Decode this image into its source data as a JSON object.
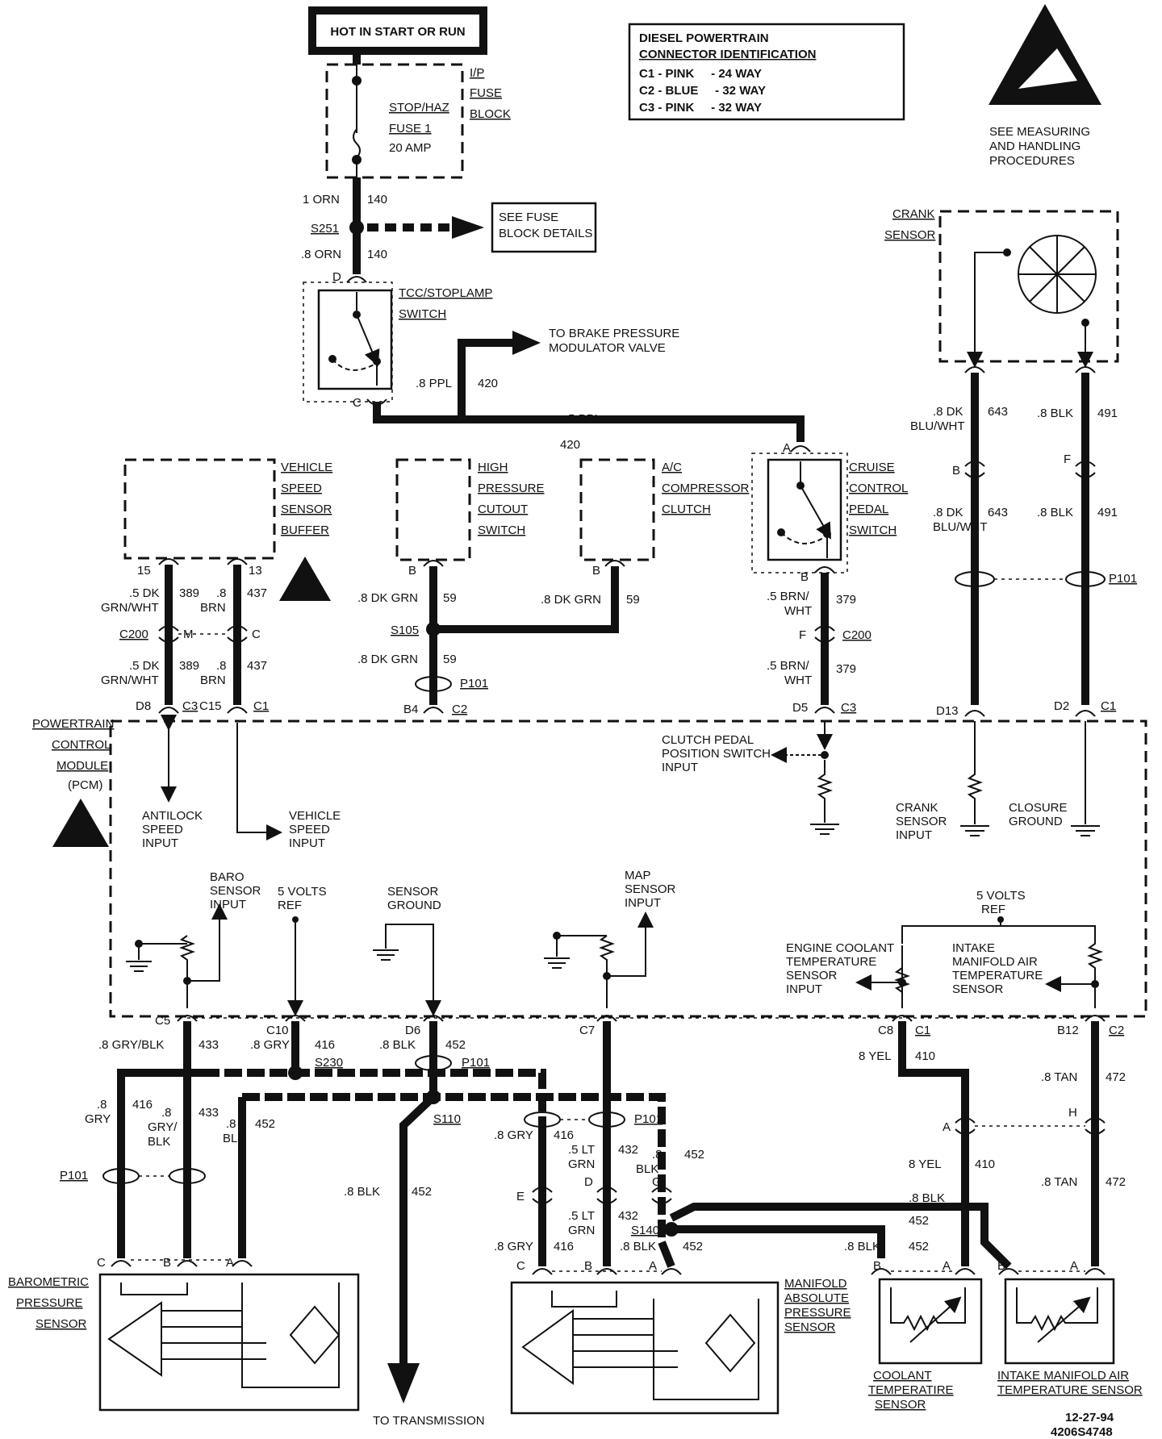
{
  "header": {
    "power_label": "HOT IN START OR RUN",
    "id_box": {
      "title1": "DIESEL POWERTRAIN",
      "title2": "CONNECTOR IDENTIFICATION",
      "rows": [
        "C1 - PINK     - 24 WAY",
        "C2 - BLUE     - 32 WAY",
        "C3 - PINK     - 32 WAY"
      ]
    },
    "esd_note": [
      "SEE MEASURING",
      "AND HANDLING",
      "PROCEDURES"
    ]
  },
  "fuse": {
    "block_label": [
      "I/P",
      "FUSE",
      "BLOCK"
    ],
    "fuse_label": [
      "STOP/HAZ",
      "FUSE 1",
      "20 AMP"
    ],
    "wire_top": [
      "1 ORN",
      "140"
    ],
    "splice": "S251",
    "see_fuse": [
      "SEE FUSE",
      "BLOCK DETAILS"
    ],
    "wire_bottom": [
      ".8 ORN",
      "140"
    ]
  },
  "tcc_switch": {
    "label": [
      "TCC/STOPLAMP",
      "SWITCH"
    ],
    "pin_top": "D",
    "pin_bottom": "C",
    "to_brake": [
      "TO BRAKE PRESSURE",
      "MODULATOR VALVE"
    ],
    "wire_ppl": [
      ".8 PPL",
      "420"
    ],
    "wire_cruise": [
      ".5 PPL",
      "420"
    ]
  },
  "vss_buffer": {
    "label": [
      "VEHICLE",
      "SPEED",
      "SENSOR",
      "BUFFER"
    ],
    "pins": [
      "15",
      "13"
    ],
    "wire_left": [
      ".5 DK",
      "GRN/WHT",
      "389"
    ],
    "wire_right": [
      ".8",
      "BRN",
      "437"
    ],
    "c200": "C200",
    "c200_pins": [
      "M",
      "C"
    ],
    "pcm_pins": [
      "D8",
      "C3",
      "C15",
      "C1"
    ]
  },
  "hp_switch": {
    "label": [
      "HIGH",
      "PRESSURE",
      "CUTOUT",
      "SWITCH"
    ],
    "pin": "B",
    "wire": [
      ".8 DK GRN",
      "59"
    ],
    "splice": "S105",
    "p101": "P101",
    "pcm_pin": [
      "B4",
      "C2"
    ]
  },
  "ac_clutch": {
    "label": [
      "A/C",
      "COMPRESSOR",
      "CLUTCH"
    ],
    "pin": "B",
    "wire": [
      ".8 DK GRN",
      "59"
    ]
  },
  "cruise_switch": {
    "label": [
      "CRUISE",
      "CONTROL",
      "PEDAL",
      "SWITCH"
    ],
    "pin_top": "A",
    "pin_bottom": "B",
    "wire": [
      ".5 BRN/",
      "WHT",
      "379"
    ],
    "c200_pin": "F",
    "c200": "C200",
    "pcm_pin": [
      "D5",
      "C3"
    ]
  },
  "crank_sensor": {
    "label": [
      "CRANK",
      "SENSOR"
    ],
    "wire_left": [
      ".8 DK",
      "BLU/WHT",
      "643"
    ],
    "wire_right": [
      ".8 BLK",
      "491"
    ],
    "pins": [
      "B",
      "F"
    ],
    "p101": "P101",
    "pcm_pins": [
      "D13",
      "D2",
      "C1"
    ]
  },
  "pcm": {
    "label": [
      "POWERTRAIN",
      "CONTROL",
      "MODULE",
      "(PCM)"
    ],
    "clutch_input": [
      "CLUTCH PEDAL",
      "POSITION SWITCH",
      "INPUT"
    ],
    "antilock": [
      "ANTILOCK",
      "SPEED",
      "INPUT"
    ],
    "vss_input": [
      "VEHICLE",
      "SPEED",
      "INPUT"
    ],
    "crank_input": [
      "CRANK",
      "SENSOR",
      "INPUT"
    ],
    "closure_ground": [
      "CLOSURE",
      "GROUND"
    ],
    "baro_input": [
      "BARO",
      "SENSOR",
      "INPUT"
    ],
    "five_v_ref": [
      "5 VOLTS",
      "REF"
    ],
    "sensor_ground": [
      "SENSOR",
      "GROUND"
    ],
    "map_input": [
      "MAP",
      "SENSOR",
      "INPUT"
    ],
    "five_v_ref_right": [
      "5 VOLTS",
      "REF"
    ],
    "ect_input": [
      "ENGINE COOLANT",
      "TEMPERATURE",
      "SENSOR",
      "INPUT"
    ],
    "iat_input": [
      "INTAKE",
      "MANIFOLD AIR",
      "TEMPERATURE",
      "SENSOR"
    ],
    "pins_bottom": [
      "C5",
      "C10",
      "D6",
      "C7",
      "C8",
      "C1",
      "B12",
      "C2"
    ]
  },
  "lower_wiring": {
    "w433": [
      ".8 GRY/BLK",
      "433"
    ],
    "w416": [
      ".8 GRY",
      "416"
    ],
    "w452": [
      ".8 BLK",
      "452"
    ],
    "s230": "S230",
    "p101": "P101",
    "s110": "S110",
    "w410": [
      "8 YEL",
      "410"
    ],
    "w472": [
      ".8 TAN",
      "472"
    ],
    "to_transmission": "TO TRANSMISSION",
    "left_416": [
      ".8",
      "GRY",
      "416"
    ],
    "left_433": [
      ".8",
      "GRY/",
      "BLK",
      "433"
    ],
    "left_452": [
      ".8",
      "BLK",
      "452"
    ],
    "map_416": [
      ".8 GRY",
      "416"
    ],
    "map_432": [
      ".5 LT",
      "GRN",
      "432"
    ],
    "map_452": [
      ".8",
      "BLK",
      "452"
    ],
    "conn_pins": [
      "E",
      "D",
      "G",
      "A",
      "H"
    ],
    "s140": "S140",
    "blk_452": [
      ".8 BLK",
      "452"
    ]
  },
  "baro_sensor": {
    "label": [
      "BAROMETRIC",
      "PRESSURE",
      "SENSOR"
    ],
    "pins": [
      "C",
      "B",
      "A"
    ]
  },
  "map_sensor": {
    "label": [
      "MANIFOLD",
      "ABSOLUTE",
      "PRESSURE",
      "SENSOR"
    ],
    "pins": [
      "C",
      "B",
      "A"
    ]
  },
  "coolant_sensor": {
    "label": [
      "COOLANT",
      "TEMPERATIRE",
      "SENSOR"
    ],
    "pins": [
      "B",
      "A"
    ]
  },
  "iat_sensor": {
    "label": [
      "INTAKE MANIFOLD AIR",
      "TEMPERATURE SENSOR"
    ],
    "pins": [
      "B",
      "A"
    ]
  },
  "footer": {
    "date": "12-27-94",
    "code": "4206S4748"
  }
}
